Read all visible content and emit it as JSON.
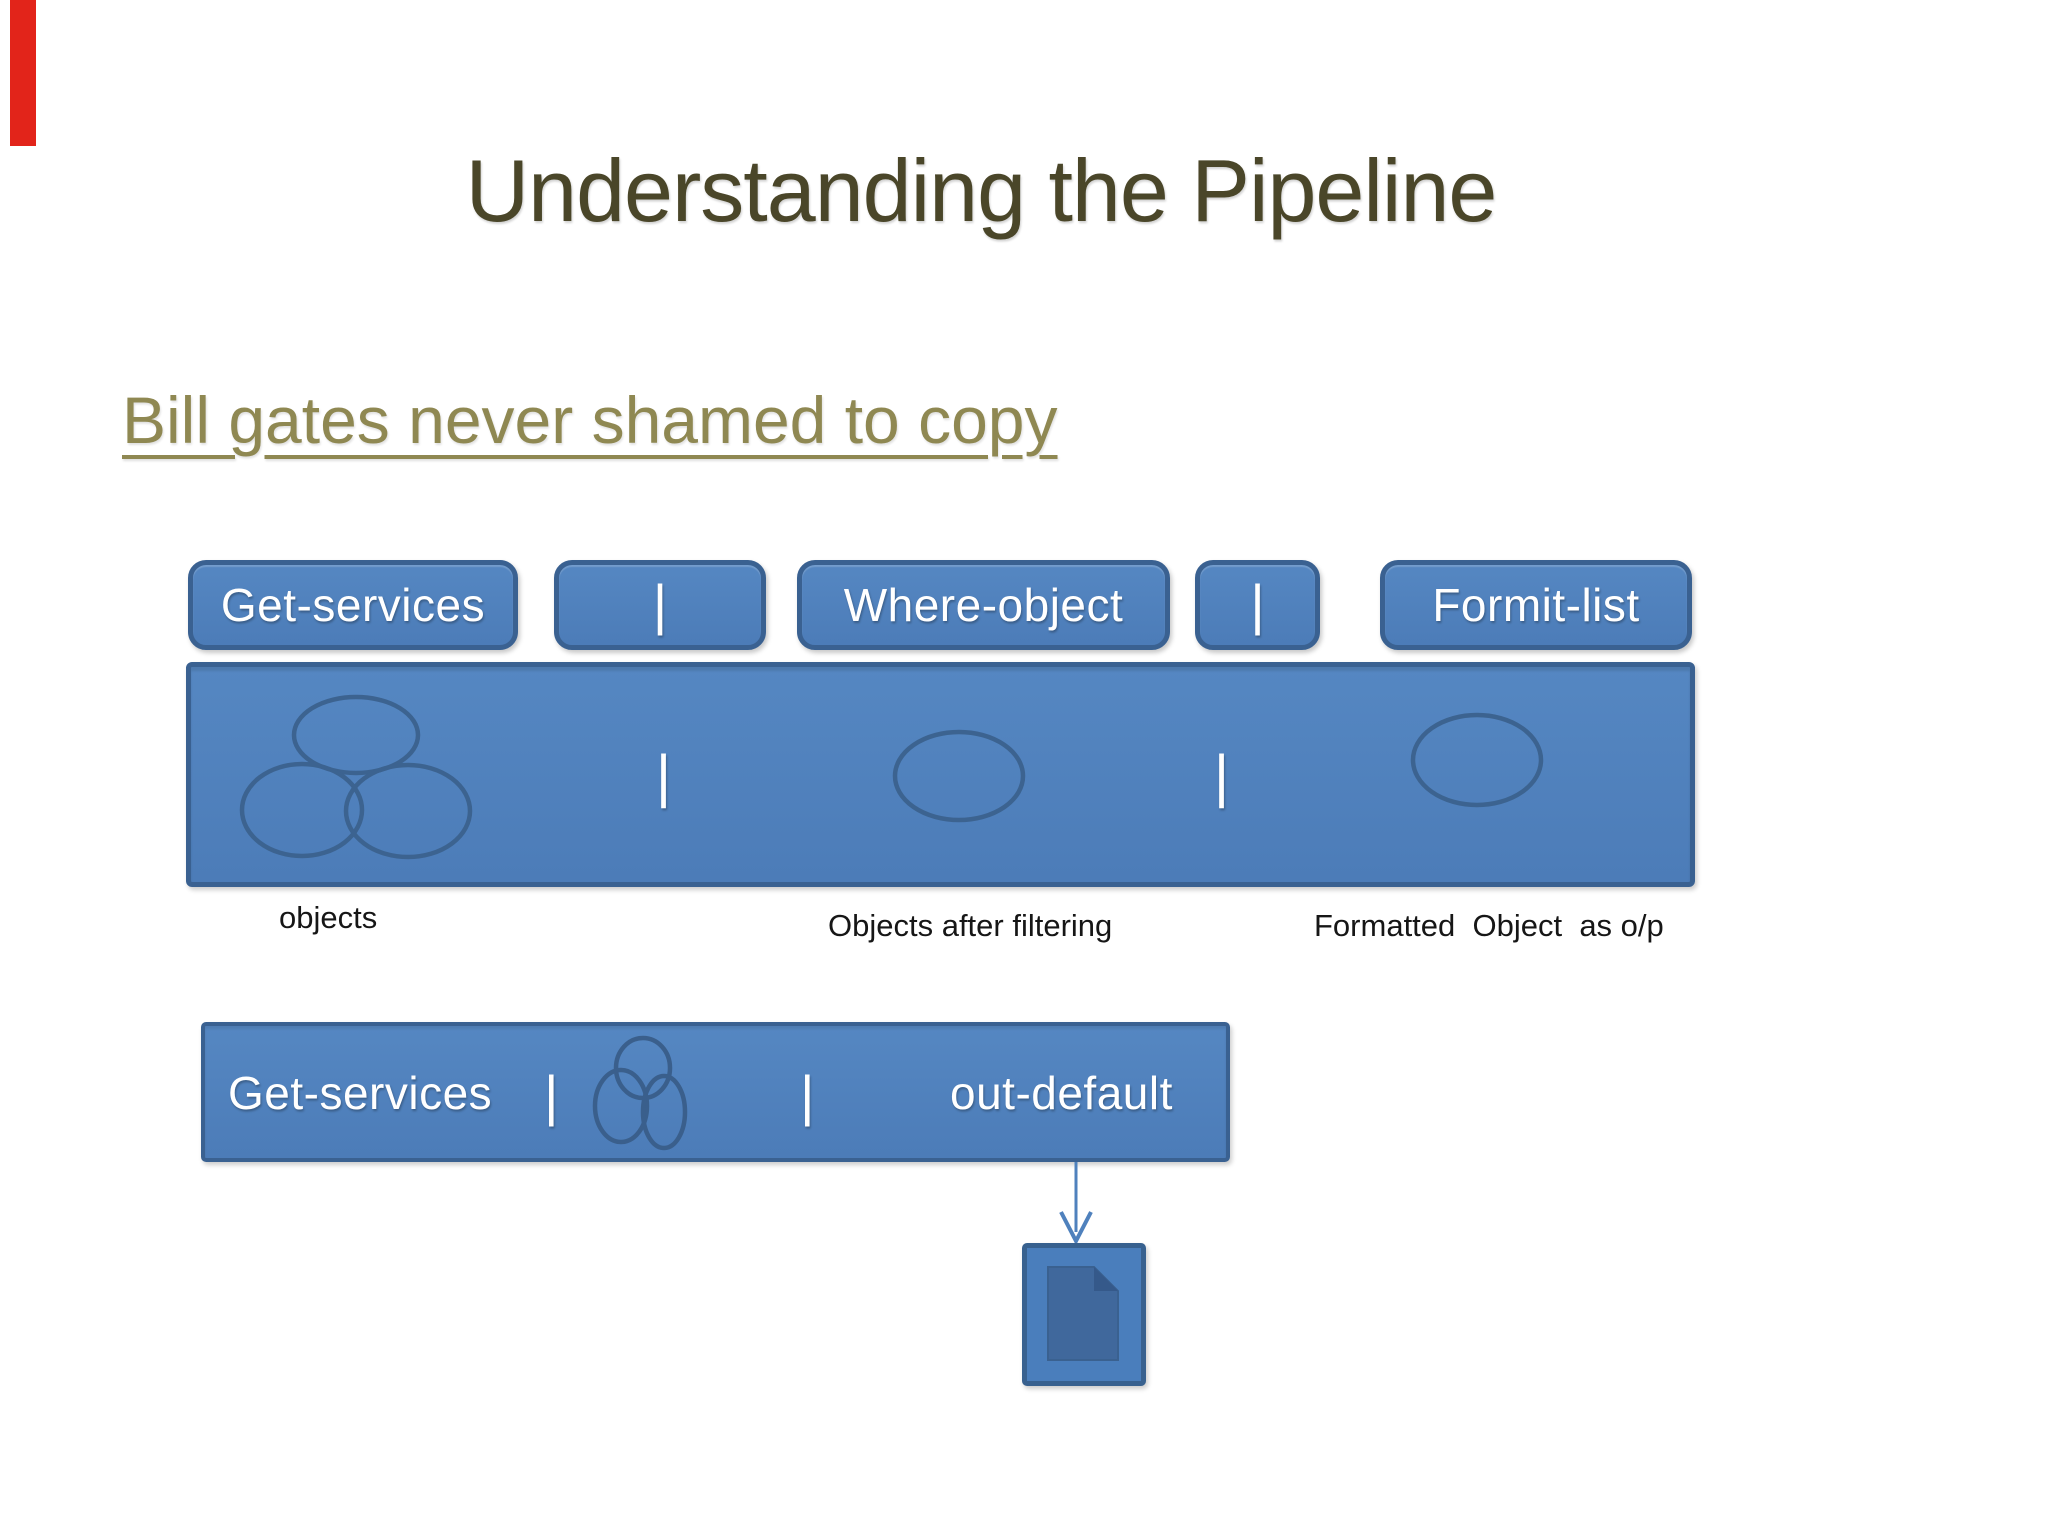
{
  "slide": {
    "title": "Understanding the Pipeline",
    "subtitle": "Bill gates never shamed to copy"
  },
  "pipeline_row": {
    "boxes": [
      {
        "label": "Get-services"
      },
      {
        "label": "|"
      },
      {
        "label": "Where-object"
      },
      {
        "label": "|"
      },
      {
        "label": "Formit-list"
      }
    ]
  },
  "objects_band": {
    "pipes": [
      "|",
      "|"
    ],
    "captions": [
      "objects",
      "Objects after filtering",
      "Formatted  Object  as o/p"
    ]
  },
  "bottom_bar": {
    "segments": [
      "Get-services",
      "|",
      "|",
      "out-default"
    ]
  },
  "icons": {
    "cluster_large": "three-ellipses-objects-cluster-icon",
    "single_ellipse_filtered": "ellipse-object-icon",
    "single_ellipse_formatted": "ellipse-object-icon",
    "cluster_small": "three-ellipses-objects-cluster-icon",
    "arrow": "down-arrow-icon",
    "document": "document-page-icon"
  },
  "colors": {
    "shape_fill": "#4c7cb8",
    "shape_border": "#3a6191",
    "ellipse_outline": "#3c6390",
    "title_text": "#4a4629",
    "subtitle_text": "#8f8852",
    "caption_text": "#161616",
    "command_text": "#ffffff",
    "arrow": "#4f81bd",
    "page_fill": "#40689c",
    "page_fold": "#35598a",
    "red_marker": "#e2241a",
    "background": "#ffffff"
  }
}
